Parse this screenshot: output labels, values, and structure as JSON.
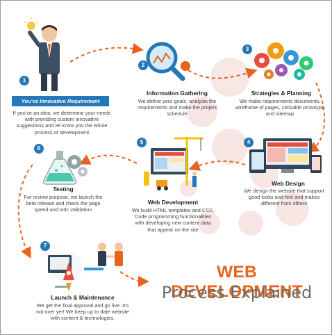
{
  "steps": [
    {
      "number": "1",
      "label": "You've Innovative Requirement",
      "description": [
        "If you've an idea, we determine your needs",
        "with providing custom innovative",
        "suggestions and let know you the whole",
        "process of development"
      ]
    },
    {
      "number": "2",
      "title": "Information Gathering",
      "description": [
        "We define your goals, analysis the",
        "requirements and make the project",
        "schedule"
      ]
    },
    {
      "number": "3",
      "title": "Strategies & Planning",
      "description": [
        "We make requirements documents,",
        "wireframe of pages, clickable prototype",
        "and sitemap"
      ]
    },
    {
      "number": "4",
      "title": "Web Design",
      "description": [
        "We design the website that support",
        "good looks and feel and makes",
        "different from others"
      ]
    },
    {
      "number": "5",
      "title": "Web Development",
      "description": [
        "We build HTML templates and CSS,",
        "Code programming functionalities",
        "with developing new content data",
        "that appear on the site"
      ]
    },
    {
      "number": "6",
      "title": "Testing",
      "description": [
        "For review purpose, we launch the",
        "beta release and check the page",
        "speed and w3c validation"
      ]
    },
    {
      "number": "7",
      "title": "Launch & Maintenance",
      "description": [
        "We get the final approval and go live.  It's",
        "not over yet! We keep up to date website",
        "with content & technologies."
      ]
    }
  ],
  "headline": {
    "line1": "WEB DEVELOPMENT",
    "line2": "Process Explained"
  },
  "colors": {
    "accent_orange": "#e7641e",
    "badge_blue": "#2478b7",
    "title_grey": "#6b6b6b",
    "gear_colors": [
      "#e74c3c",
      "#f39c12",
      "#3498db",
      "#2ecc71",
      "#9b59b6"
    ]
  },
  "icons": [
    "idea-man-icon",
    "magnifier-icon",
    "gears-icon",
    "devices-icon",
    "construction-icon",
    "flask-icon",
    "rocket-team-icon"
  ]
}
